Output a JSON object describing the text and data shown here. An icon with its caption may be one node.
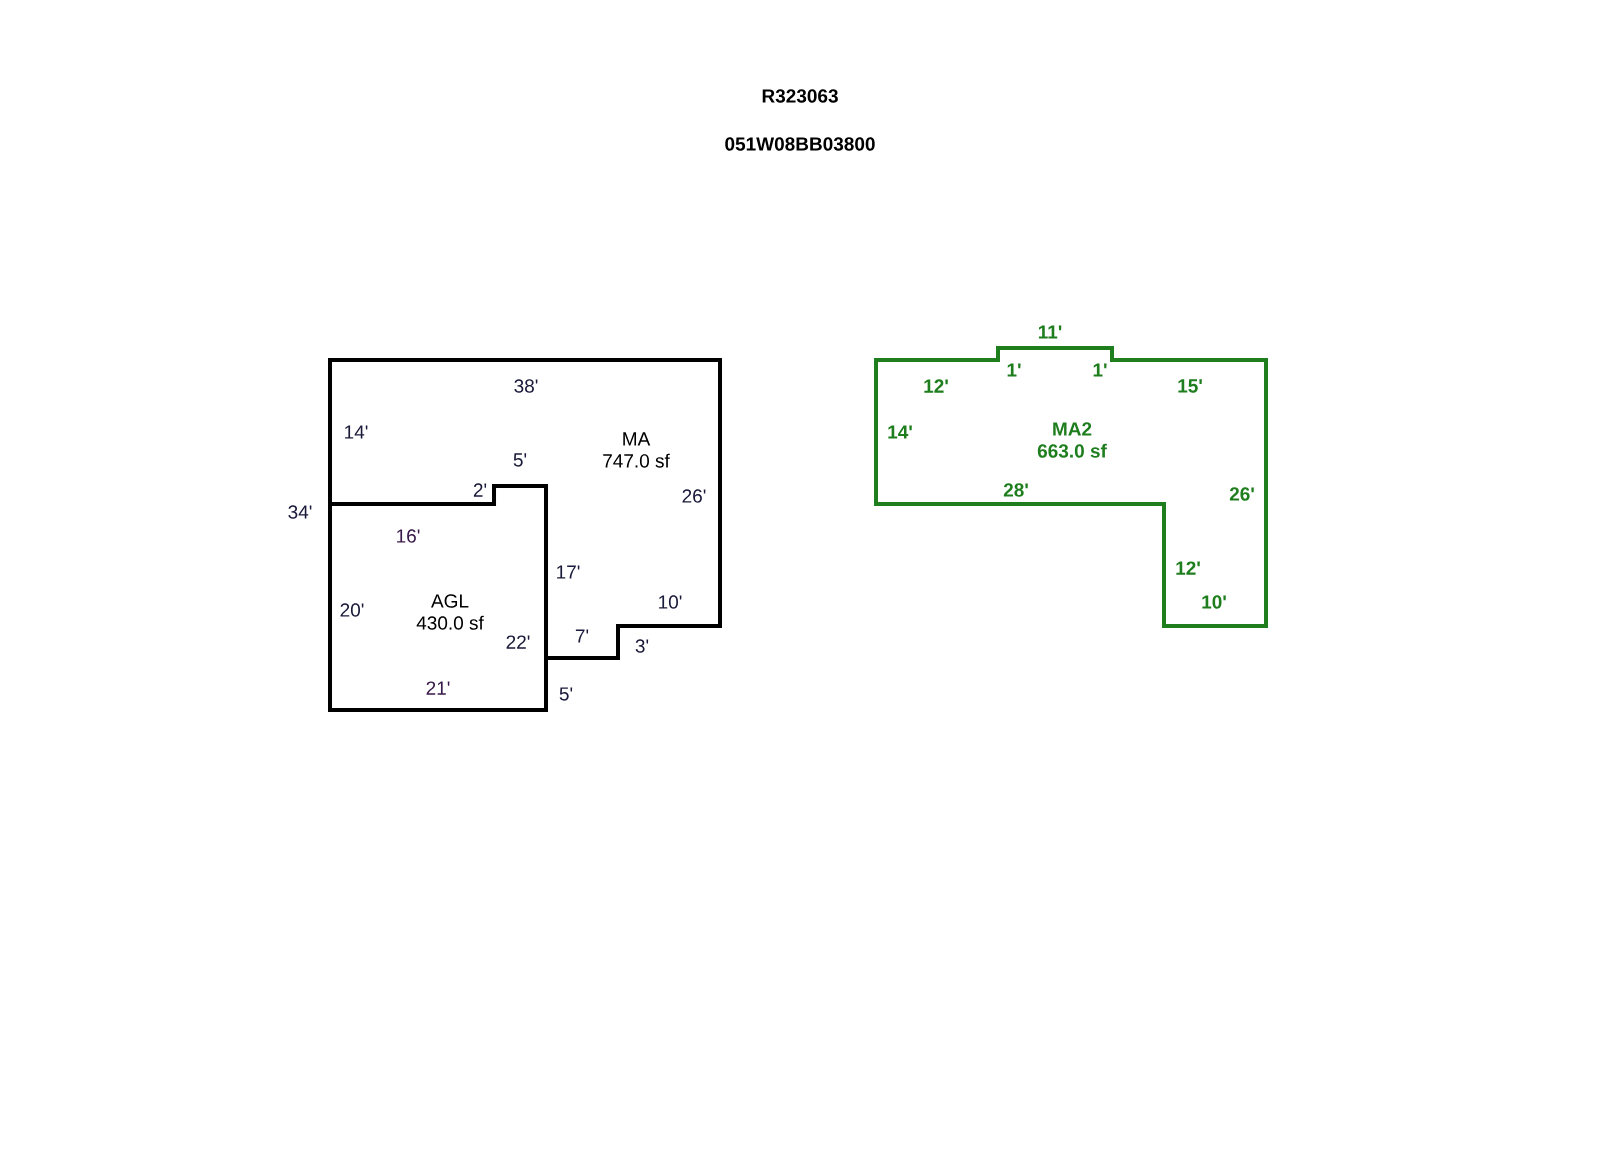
{
  "diagram": {
    "title": "R323063",
    "nodes": [
      {
        "text": [
          "MA",
          "747.0 sf"
        ]
      },
      {
        "text": [
          "AGL",
          "430.0 sf"
        ]
      },
      {
        "text": [
          "MA2",
          "663.0 sf"
        ]
      }
    ],
    "labels": [
      "051W08BB03800",
      "38'",
      "14'",
      "5'",
      "2'",
      "34'",
      "26'",
      "16'",
      "17'",
      "20'",
      "10'",
      "7'",
      "22'",
      "3'",
      "21'",
      "5'",
      "11'",
      "1'",
      "1'",
      "12'",
      "15'",
      "14'",
      "28'",
      "26'",
      "12'",
      "10'"
    ]
  }
}
